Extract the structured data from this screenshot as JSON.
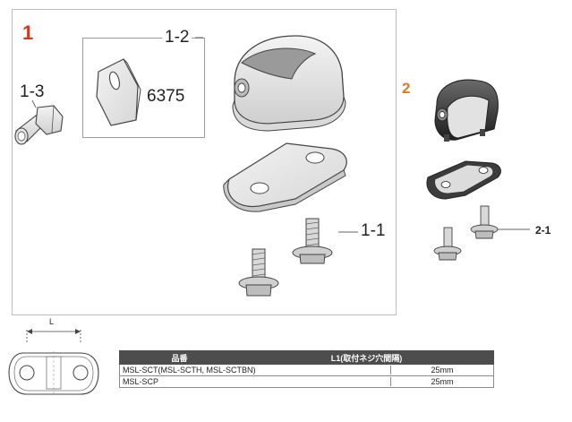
{
  "figure1": {
    "number": "1",
    "callouts": {
      "part_1_2": "1-2",
      "part_1_3": "1-3",
      "part_1_1": "1-1"
    },
    "inset_code": "6375"
  },
  "figure2": {
    "number": "2",
    "callouts": {
      "part_2_1": "2-1"
    }
  },
  "dimension": {
    "label": "L"
  },
  "table": {
    "headers": [
      "品番",
      "L1(取付ネジ穴間隔)"
    ],
    "rows": [
      {
        "model": "MSL-SCT(MSL-SCTH, MSL-SCTBN)",
        "value": "25mm"
      },
      {
        "model": "MSL-SCP",
        "value": "25mm"
      }
    ]
  },
  "colors": {
    "accent_red": "#d23a1f",
    "accent_orange": "#e07b18",
    "header_bg": "#4d4d4d"
  }
}
